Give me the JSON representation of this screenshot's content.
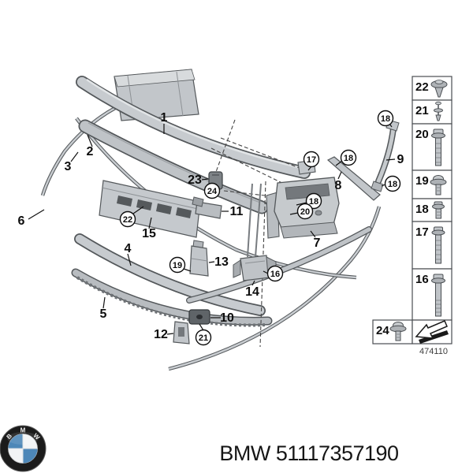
{
  "diagram": {
    "figure_number": "474110",
    "callouts_plain": [
      {
        "label": "1"
      },
      {
        "label": "2"
      },
      {
        "label": "3"
      },
      {
        "label": "4"
      },
      {
        "label": "5"
      },
      {
        "label": "6"
      },
      {
        "label": "7"
      },
      {
        "label": "8"
      },
      {
        "label": "9"
      },
      {
        "label": "10"
      },
      {
        "label": "11"
      },
      {
        "label": "12"
      },
      {
        "label": "13"
      },
      {
        "label": "14"
      },
      {
        "label": "15"
      },
      {
        "label": "23"
      }
    ],
    "callouts_circled": [
      {
        "label": "16"
      },
      {
        "label": "17"
      },
      {
        "label": "18"
      },
      {
        "label": "18"
      },
      {
        "label": "18"
      },
      {
        "label": "18"
      },
      {
        "label": "19"
      },
      {
        "label": "20"
      },
      {
        "label": "21"
      },
      {
        "label": "22"
      },
      {
        "label": "24"
      }
    ],
    "legend": {
      "items": [
        {
          "number": "22",
          "fastener": "expanding-rivet"
        },
        {
          "number": "21",
          "fastener": "expanding-rivet-pin"
        },
        {
          "number": "20",
          "fastener": "hex-flange-bolt-long"
        },
        {
          "number": "19",
          "fastener": "screw-with-washer"
        },
        {
          "number": "18",
          "fastener": "hex-flange-bolt-short"
        },
        {
          "number": "17",
          "fastener": "hex-flange-bolt-medium"
        },
        {
          "number": "16",
          "fastener": "hex-flange-bolt-xl"
        },
        {
          "number": "24",
          "fastener": "screw-with-washer"
        }
      ],
      "direction_icon": "arrow-lower-left"
    }
  },
  "footer": {
    "logo_letters": [
      "B",
      "M",
      "W"
    ],
    "caption": "BMW 51117357190"
  },
  "colors": {
    "part_fill": "#c6cacd",
    "part_stroke": "#54585b",
    "bmw_blue": "#4d87b8"
  }
}
